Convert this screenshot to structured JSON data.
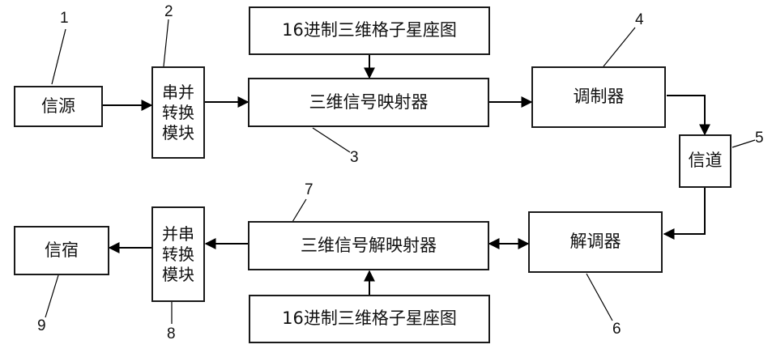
{
  "blocks": {
    "source": "信源",
    "sp_converter": "串并转换模块",
    "constellation_top": "16进制三维格子星座图",
    "mapper": "三维信号映射器",
    "modulator": "调制器",
    "channel": "信道",
    "demodulator": "解调器",
    "demapper": "三维信号解映射器",
    "constellation_bottom": "16进制三维格子星座图",
    "ps_converter": "并串转换模块",
    "sink": "信宿"
  },
  "labels": {
    "n1": "1",
    "n2": "2",
    "n3": "3",
    "n4": "4",
    "n5": "5",
    "n6": "6",
    "n7": "7",
    "n8": "8",
    "n9": "9"
  }
}
